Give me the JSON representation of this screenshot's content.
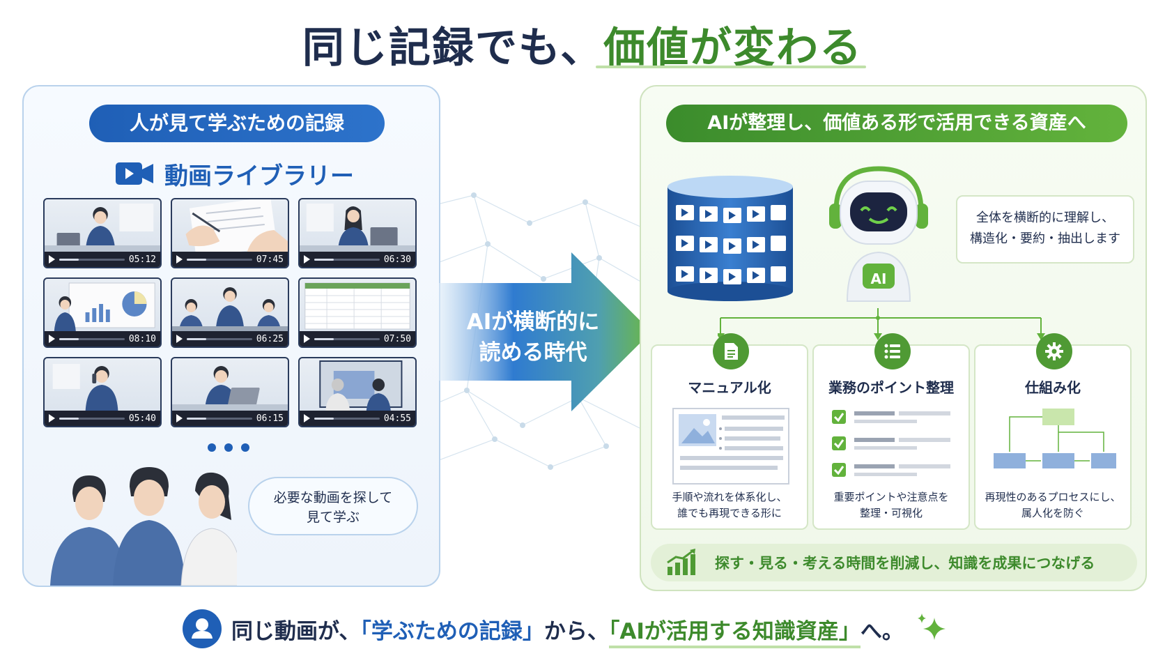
{
  "title": {
    "part1": "同じ記録でも、",
    "part2": "価値が変わる"
  },
  "left": {
    "pill": "人が見て学ぶための記録",
    "library_title": "動画ライブラリー",
    "videos": [
      {
        "time": "05:12",
        "scene": "laptop-man"
      },
      {
        "time": "07:45",
        "scene": "signing-document"
      },
      {
        "time": "06:30",
        "scene": "laptop-woman"
      },
      {
        "time": "08:10",
        "scene": "presentation"
      },
      {
        "time": "06:25",
        "scene": "meeting"
      },
      {
        "time": "07:50",
        "scene": "spreadsheet"
      },
      {
        "time": "05:40",
        "scene": "phone-call"
      },
      {
        "time": "06:15",
        "scene": "laptop-man-2"
      },
      {
        "time": "04:55",
        "scene": "screen-meeting"
      }
    ],
    "speech": {
      "line1": "必要な動画を探して",
      "line2": "見て学ぶ"
    }
  },
  "arrow": {
    "line1": "AIが横断的に",
    "line2": "読める時代"
  },
  "right": {
    "pill": "AIが整理し、価値ある形で活用できる資産へ",
    "robot_badge": "AI",
    "speech": {
      "line1": "全体を横断的に理解し、",
      "line2": "構造化・要約・抽出します"
    },
    "cards": [
      {
        "title": "マニュアル化",
        "icon": "document-icon",
        "desc1": "手順や流れを体系化し、",
        "desc2": "誰でも再現できる形に"
      },
      {
        "title": "業務のポイント整理",
        "icon": "list-icon",
        "desc1": "重要ポイントや注意点を",
        "desc2": "整理・可視化"
      },
      {
        "title": "仕組み化",
        "icon": "gear-icon",
        "desc1": "再現性のあるプロセスにし、",
        "desc2": "属人化を防ぐ"
      }
    ],
    "banner": "探す・見る・考える時間を削減し、知識を成果につなげる"
  },
  "footer": {
    "part1": "同じ動画が、",
    "part2": "「学ぶための記録」",
    "part3": "から、",
    "part4": "「AIが活用する知識資産」",
    "part5": "へ。"
  },
  "colors": {
    "blue": "#1f5fb6",
    "green": "#3d8a2c",
    "navy": "#1f2d4d",
    "light_green": "#e3f0d7"
  }
}
